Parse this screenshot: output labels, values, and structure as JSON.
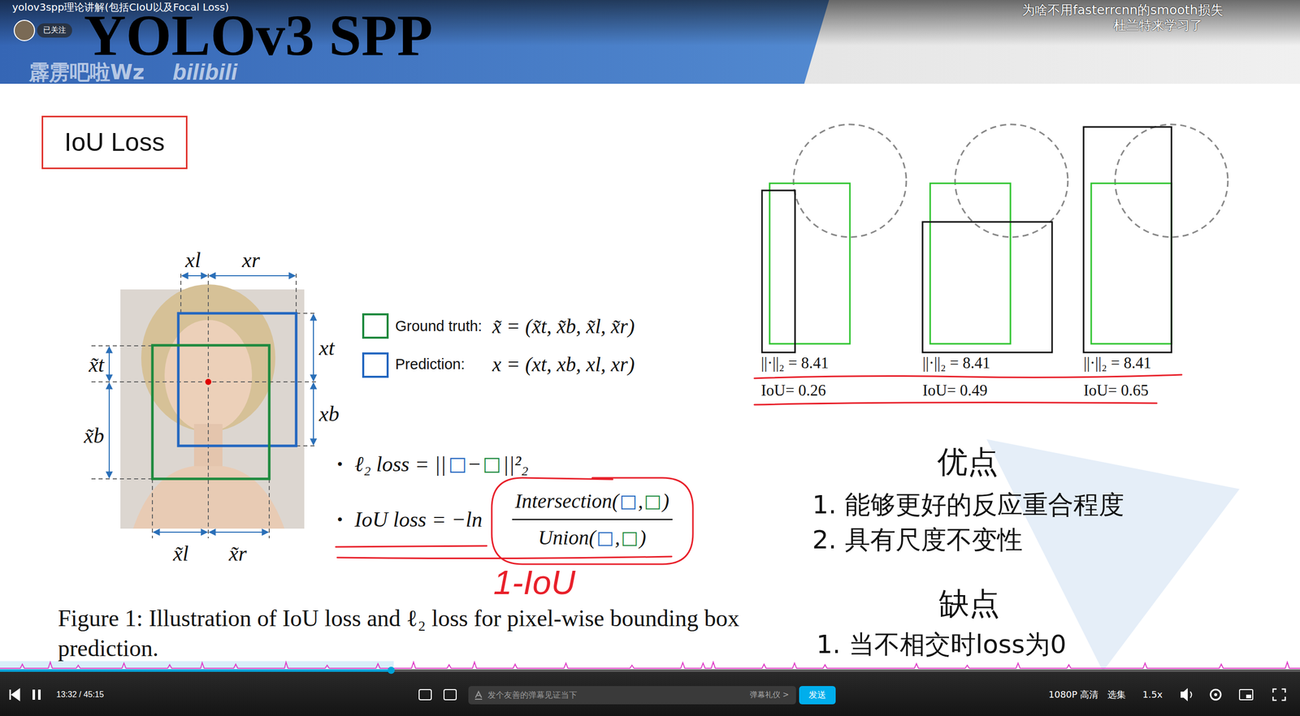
{
  "diagram": {
    "title": "YOLOv3 SPP",
    "caption": "Figure 1: Illustration of IoU loss and ℓ₂ loss for pixel-wise bounding box prediction.",
    "nodes": [
      {
        "text": [
          "已关注"
        ]
      },
      {
        "text": [
          "IoU Loss"
        ]
      },
      {
        "text": [
          "Intersection(",
          "□",
          ",",
          "□",
          ")",
          "Union(",
          "□",
          ",",
          "□",
          ")"
        ]
      },
      {
        "text": [
          "发个友善的弹幕见证当下",
          "弹幕礼仪 >"
        ]
      },
      {
        "text": [
          "发送"
        ]
      }
    ],
    "labels": [
      "yolov3spp理论讲解(包括CIoU以及Focal Loss)",
      "霹雳吧啦Wz",
      "bilibili",
      "为啥不用fasterrcnn的smooth损失",
      "杜兰特来学习了",
      "xl",
      "xr",
      "x̃t",
      "x̃b",
      "xt",
      "xb",
      "x̃l",
      "x̃r",
      "x̃ = (x̃t, x̃b, x̃l, x̃r)",
      "x = (xt, xb, xl, xr)",
      "•",
      "ℓ₂ loss = ||",
      "□",
      "−",
      "□",
      "||²₂",
      "•",
      "IoU loss = −ln",
      "1-IoU",
      "||·||₂ = 8.41",
      "||·||₂ = 8.41",
      "||·||₂ = 8.41",
      "IoU= 0.26",
      "IoU= 0.49",
      "IoU= 0.65",
      "优点",
      "1. 能够更好的反应重合程度",
      "2. 具有尺度不变性",
      "缺点",
      "1. 当不相交时loss为0",
      "13:32 / 45:15",
      "1080P 高清",
      "选集",
      "1.5x"
    ],
    "legend": [
      {
        "text": "Ground truth:",
        "color": "#1e8a3e"
      },
      {
        "text": "Prediction:",
        "color": "#2367c0"
      }
    ]
  }
}
